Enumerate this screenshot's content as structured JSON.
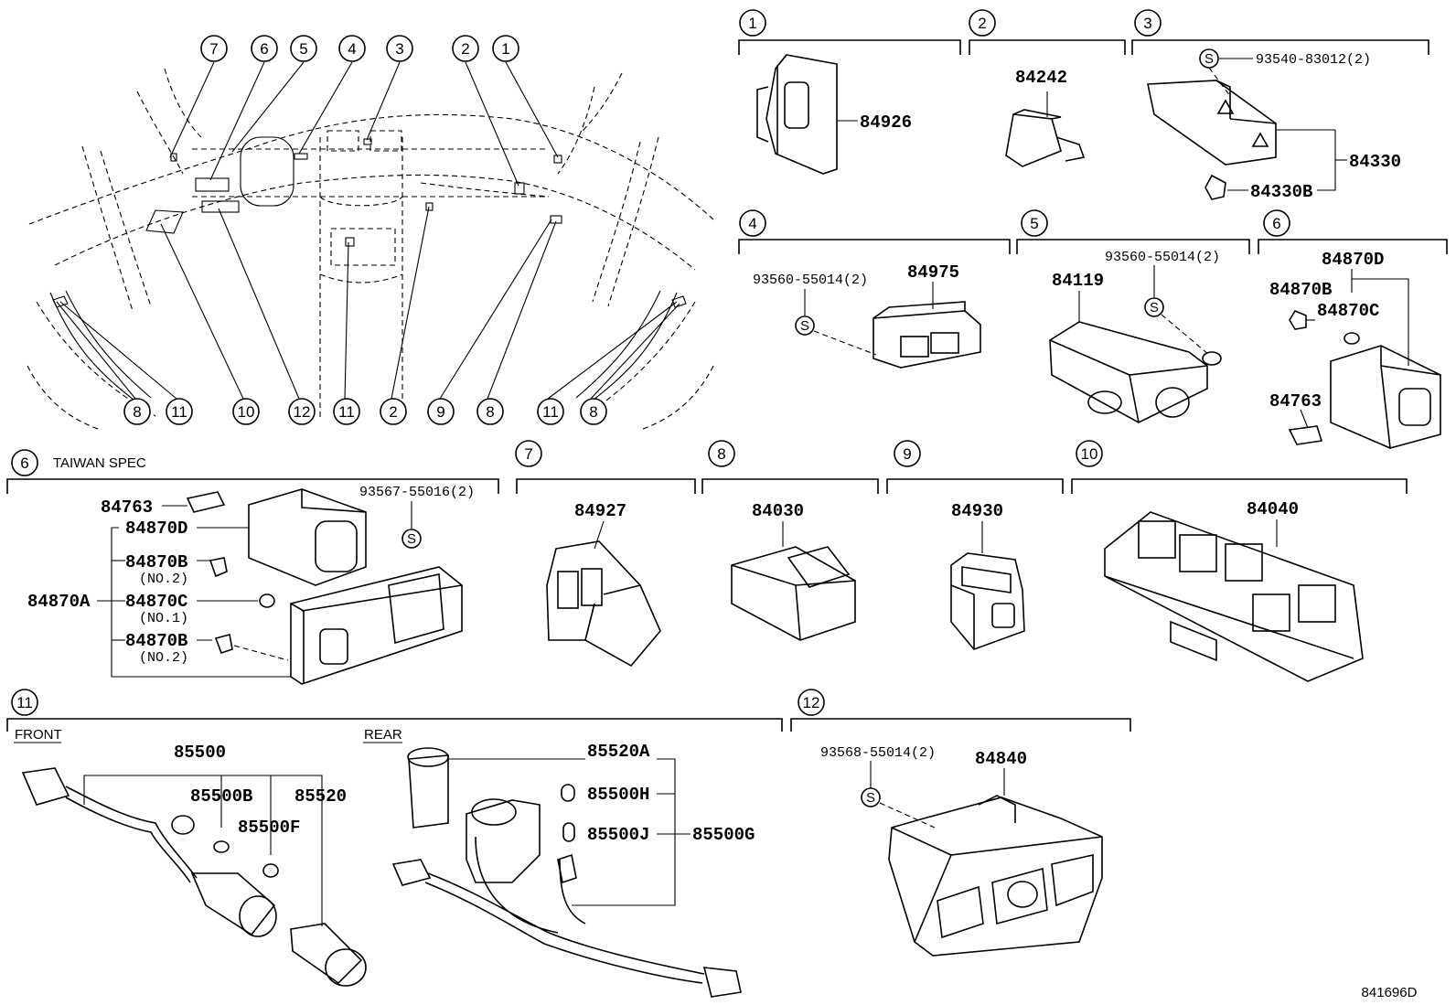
{
  "diagram_code": "841696D",
  "top_callouts": [
    "7",
    "6",
    "5",
    "4",
    "3",
    "2",
    "1"
  ],
  "bottom_callouts": [
    "8",
    "11",
    "10",
    "12",
    "11",
    "2",
    "9",
    "8",
    "11",
    "8"
  ],
  "panels": {
    "p1": {
      "callout": "1",
      "parts": [
        "84926"
      ]
    },
    "p2": {
      "callout": "2",
      "parts": [
        "84242"
      ]
    },
    "p3": {
      "callout": "3",
      "screw_symbol": "S",
      "screw_part": "93540-83012(2)",
      "parts": [
        "84330",
        "84330B"
      ]
    },
    "p4": {
      "callout": "4",
      "screw_symbol": "S",
      "screw_part": "93560-55014(2)",
      "parts": [
        "84975"
      ]
    },
    "p5": {
      "callout": "5",
      "screw_symbol": "S",
      "screw_part": "93560-55014(2)",
      "parts": [
        "84119"
      ]
    },
    "p6": {
      "callout": "6",
      "parts": [
        "84870D",
        "84870B",
        "84870C",
        "84763"
      ]
    },
    "p6t": {
      "callout": "6",
      "label": "TAIWAN SPEC",
      "screw_symbol": "S",
      "screw_part": "93567-55016(2)",
      "parts": [
        "84763",
        "84870D",
        "84870B",
        "84870A",
        "84870C",
        "84870B"
      ],
      "notes": [
        "(NO.2)",
        "(NO.1)",
        "(NO.2)"
      ]
    },
    "p7": {
      "callout": "7",
      "parts": [
        "84927"
      ]
    },
    "p8": {
      "callout": "8",
      "parts": [
        "84030"
      ]
    },
    "p9": {
      "callout": "9",
      "parts": [
        "84930"
      ]
    },
    "p10": {
      "callout": "10",
      "parts": [
        "84040"
      ]
    },
    "p11": {
      "callout": "11",
      "front_label": "FRONT",
      "rear_label": "REAR",
      "front_parts": [
        "85500",
        "85500B",
        "85520",
        "85500F"
      ],
      "rear_parts": [
        "85520A",
        "85500H",
        "85500J",
        "85500G"
      ]
    },
    "p12": {
      "callout": "12",
      "screw_symbol": "S",
      "screw_part": "93568-55014(2)",
      "parts": [
        "84840"
      ]
    }
  }
}
